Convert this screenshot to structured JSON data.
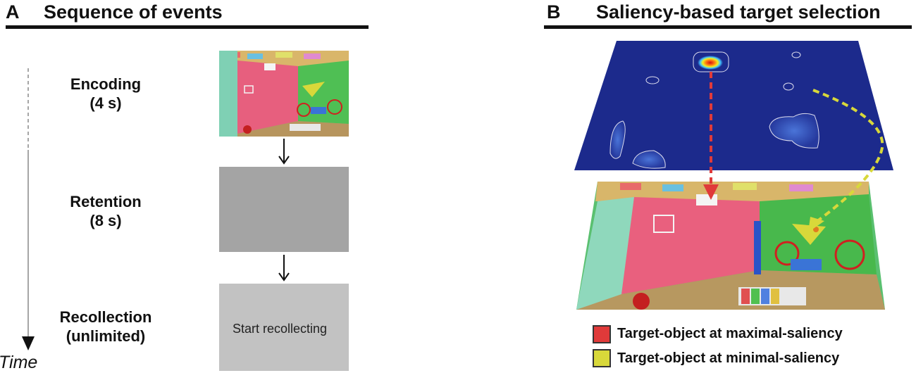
{
  "panel_a": {
    "letter": "A",
    "title": "Sequence of events",
    "stages": [
      {
        "label_line1": "Encoding",
        "label_line2": "(4 s)"
      },
      {
        "label_line1": "Retention",
        "label_line2": "(8 s)"
      },
      {
        "label_line1": "Recollection",
        "label_line2": "(unlimited)"
      }
    ],
    "recollection_screen_text": "Start recollecting",
    "time_label": "Time"
  },
  "panel_b": {
    "letter": "B",
    "title": "Saliency-based target selection",
    "legend": [
      {
        "label": "Target-object at maximal-saliency",
        "color": "#e03a3a"
      },
      {
        "label": "Target-object at minimal-saliency",
        "color": "#d8d83a"
      }
    ]
  },
  "colors": {
    "retention_gray": "#a4a4a4",
    "recollection_gray": "#c2c2c2",
    "saliency_background": "#1c2a8c",
    "max_arrow": "#e03a3a",
    "min_arrow": "#d8d83a"
  }
}
